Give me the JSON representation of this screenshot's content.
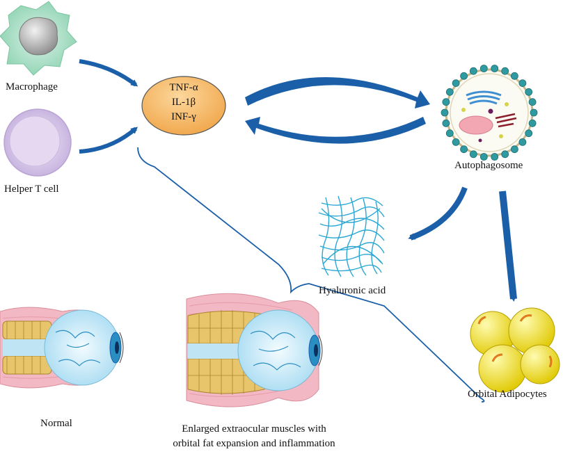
{
  "labels": {
    "macrophage": "Macrophage",
    "helper_t_cell": "Helper T cell",
    "cytokines": [
      "TNF-α",
      "IL-1β",
      "INF-γ"
    ],
    "autophagosome": "Autophagosome",
    "hyaluronic_acid": "Hyaluronic acid",
    "orbital_adipocytes": "Orbital Adipocytes",
    "normal": "Normal",
    "enlarged_line1": "Enlarged extraocular muscles with",
    "enlarged_line2": "orbital fat expansion and inflammation"
  },
  "colors": {
    "arrow_blue": "#1a5fa8",
    "cytokine_fill": "#f6b45c",
    "macrophage_fill": "#9fdcc0",
    "tcell_fill": "#d9c7ea",
    "autophagosome_bead": "#2f9aa0",
    "hyaluronic": "#2aa7d4",
    "adipocyte": "#f2e01c",
    "muscle_pink": "#f2b8c3",
    "fat_yellow": "#e8c46a",
    "eye_blue": "#bfe5f5"
  }
}
